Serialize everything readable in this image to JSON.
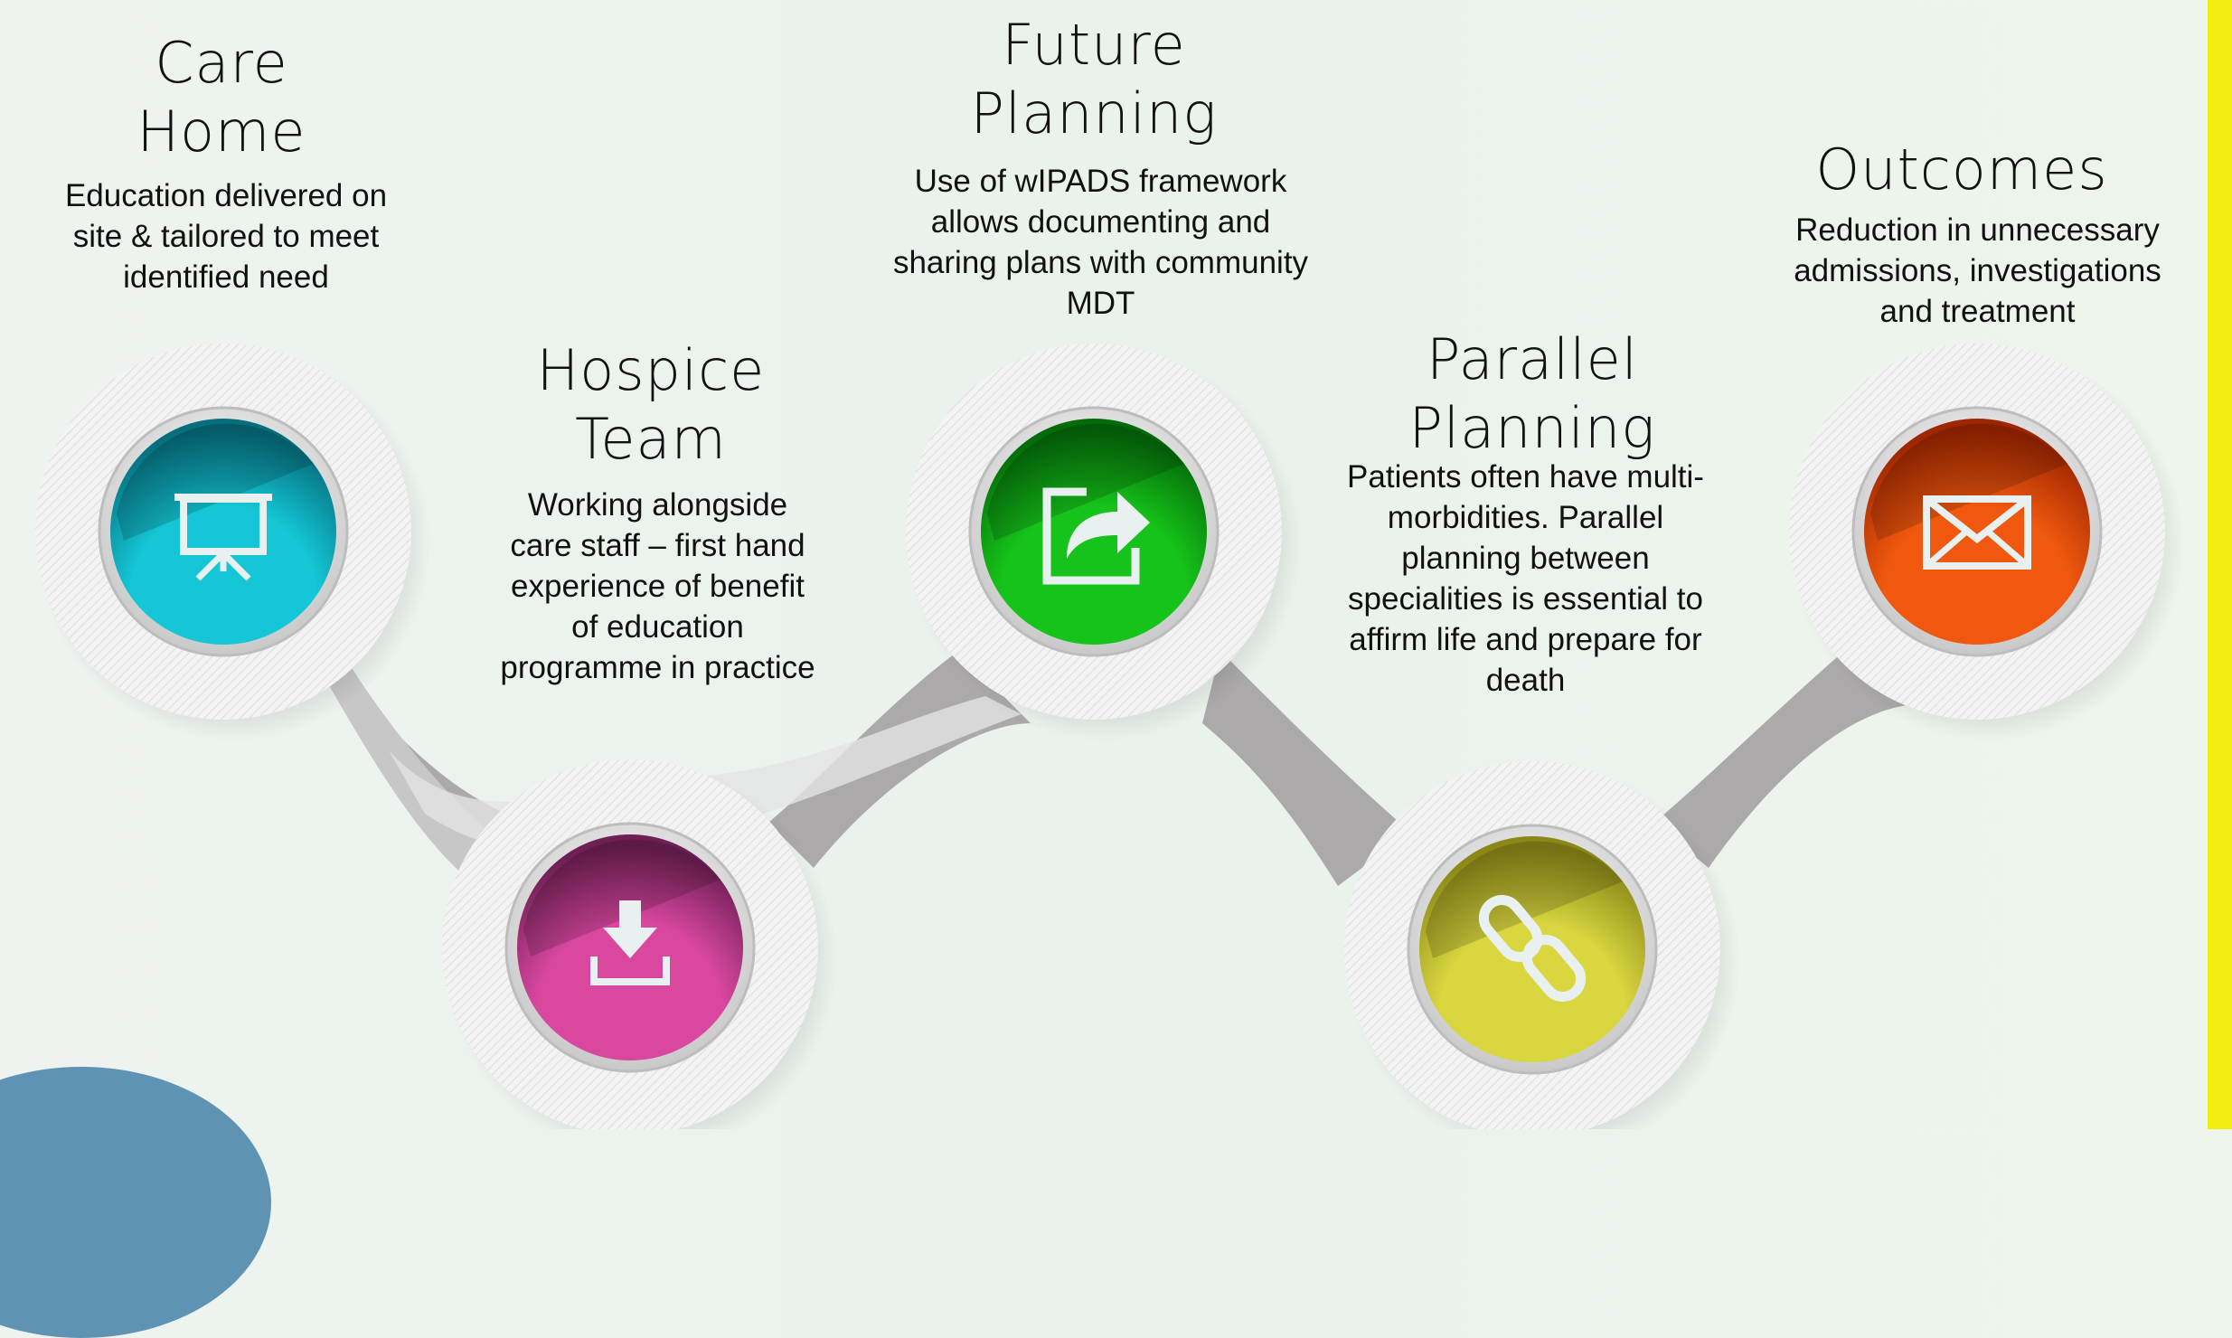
{
  "colors": {
    "edge_bar": "#f4ee10",
    "blob": "#5e93b3",
    "connector": "#aba9a9",
    "ring": "#f1f1f1",
    "icon_glyph": "#e8f0f0"
  },
  "steps": [
    {
      "id": "care-home",
      "title_line1": "Care",
      "title_line2": "Home",
      "desc_lines": [
        "Education delivered on",
        "site & tailored to meet",
        "identified need"
      ],
      "color": "#14c6d6",
      "color_dark": "#066e7d",
      "icon": "presentation-board-icon"
    },
    {
      "id": "hospice-team",
      "title_line1": "Hospice",
      "title_line2": "Team",
      "desc_lines": [
        "Working alongside",
        "care staff – first hand",
        "experience of benefit",
        "of education",
        "programme in practice"
      ],
      "color": "#d9479f",
      "color_dark": "#6e1f55",
      "icon": "download-icon"
    },
    {
      "id": "future-planning",
      "title_line1": "Future",
      "title_line2": "Planning",
      "desc_lines": [
        "Use of wIPADS framework",
        "allows documenting and",
        "sharing plans with community",
        "MDT"
      ],
      "color": "#16c31a",
      "color_dark": "#046b09",
      "icon": "share-icon"
    },
    {
      "id": "parallel-planning",
      "title_line1": "Parallel",
      "title_line2": "Planning",
      "desc_lines": [
        "Patients often have multi-",
        "morbidities. Parallel",
        "planning between",
        "specialities is essential to",
        "affirm life and prepare for",
        "death"
      ],
      "color": "#d9d640",
      "color_dark": "#8b8818",
      "icon": "link-icon"
    },
    {
      "id": "outcomes",
      "title_line1": "Outcomes",
      "title_line2": "",
      "desc_lines": [
        "Reduction in unnecessary",
        "admissions, investigations",
        "and treatment"
      ],
      "color": "#f0580f",
      "color_dark": "#9e2600",
      "icon": "envelope-icon"
    }
  ]
}
